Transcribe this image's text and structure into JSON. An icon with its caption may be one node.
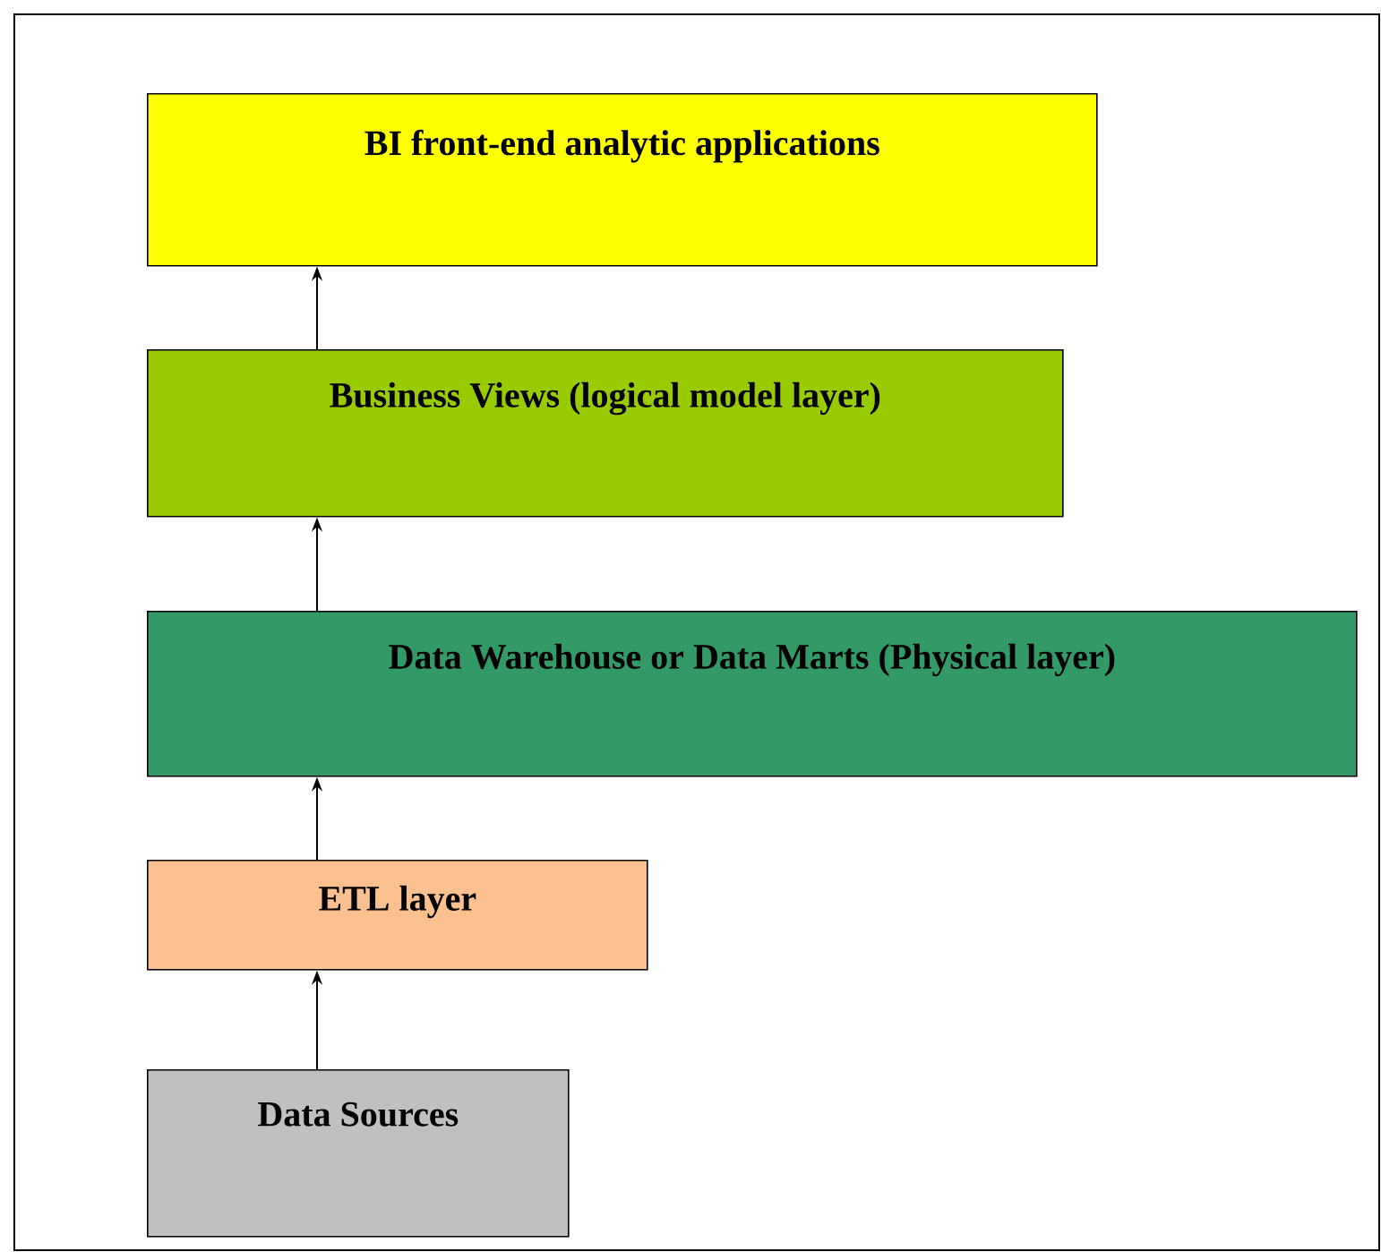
{
  "diagram": {
    "nodes": [
      {
        "text": [
          "BI front-end analytic applications"
        ]
      },
      {
        "text": [
          "Business Views (logical model layer)"
        ]
      },
      {
        "text": [
          "Data Warehouse or Data Marts (Physical layer)"
        ]
      },
      {
        "text": [
          "ETL layer"
        ]
      },
      {
        "text": [
          "Data Sources"
        ]
      }
    ],
    "edges": [
      {
        "from": 4,
        "to": 3,
        "arrow": "to"
      },
      {
        "from": 3,
        "to": 2,
        "arrow": "to"
      },
      {
        "from": 2,
        "to": 1,
        "arrow": "to"
      },
      {
        "from": 1,
        "to": 0,
        "arrow": "to"
      }
    ]
  }
}
